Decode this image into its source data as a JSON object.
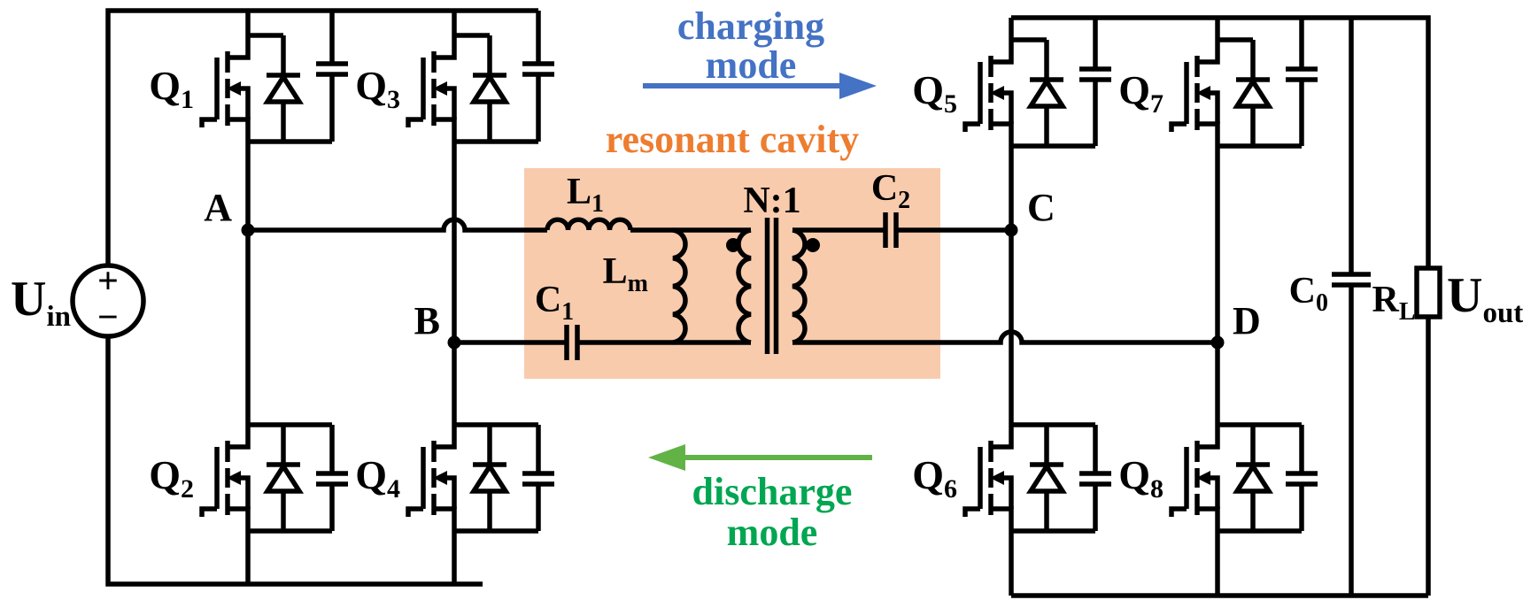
{
  "colors": {
    "charging_blue": "#4472c4",
    "discharge_text_green": "#00a651",
    "discharge_arrow_green": "#62b346",
    "resonant_orange": "#ed7d31",
    "resonant_box": "#f8cbad",
    "wire_black": "#000000"
  },
  "source": {
    "label": "U",
    "sub": "in",
    "plus": "+",
    "minus": "−"
  },
  "bridge_primary": {
    "q1": {
      "label": "Q",
      "sub": "1"
    },
    "q2": {
      "label": "Q",
      "sub": "2"
    },
    "q3": {
      "label": "Q",
      "sub": "3"
    },
    "q4": {
      "label": "Q",
      "sub": "4"
    }
  },
  "bridge_secondary": {
    "q5": {
      "label": "Q",
      "sub": "5"
    },
    "q6": {
      "label": "Q",
      "sub": "6"
    },
    "q7": {
      "label": "Q",
      "sub": "7"
    },
    "q8": {
      "label": "Q",
      "sub": "8"
    }
  },
  "resonant_cavity": {
    "title": "resonant cavity",
    "l1": {
      "label": "L",
      "sub": "1"
    },
    "lm": {
      "label": "L",
      "sub": "m"
    },
    "c1": {
      "label": "C",
      "sub": "1"
    },
    "c2": {
      "label": "C",
      "sub": "2"
    },
    "transformer_ratio": "N:1"
  },
  "nodes": {
    "a": "A",
    "b": "B",
    "c": "C",
    "d": "D"
  },
  "load": {
    "c0": {
      "label": "C",
      "sub": "0"
    },
    "rl": {
      "label": "R",
      "sub": "L"
    },
    "uout": {
      "label": "U",
      "sub": "out"
    }
  },
  "modes": {
    "charging": {
      "line1": "charging",
      "line2": "mode"
    },
    "discharge": {
      "line1": "discharge",
      "line2": "mode"
    }
  }
}
